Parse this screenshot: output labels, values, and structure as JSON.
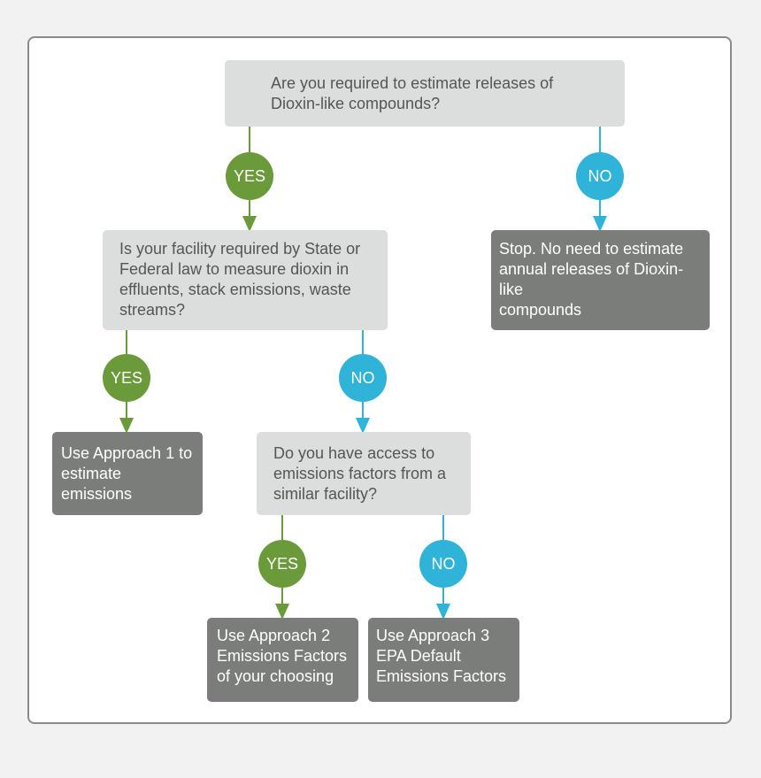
{
  "flowchart": {
    "q1": "Are you required to estimate releases of\nDioxin-like compounds?",
    "q1_yes": "YES",
    "q1_no": "NO",
    "stop": "Stop. No need to estimate\nannual releases of Dioxin-like\ncompounds",
    "q2": "Is your facility required by State or\nFederal law to measure dioxin in\neffluents, stack emissions, waste\nstreams?",
    "q2_yes": "YES",
    "q2_no": "NO",
    "approach1": "Use Approach 1 to\nestimate emissions",
    "q3": "Do you have access to\nemissions factors from a\nsimilar facility?",
    "q3_yes": "YES",
    "q3_no": "NO",
    "approach2": "Use Approach 2\nEmissions Factors\nof your choosing",
    "approach3": "Use Approach 3\nEPA Default\nEmissions Factors"
  },
  "colors": {
    "yes": "#6a9a3a",
    "no": "#2fb3d8",
    "question_box": "#dcdddd",
    "result_box": "#7b7d7b"
  }
}
